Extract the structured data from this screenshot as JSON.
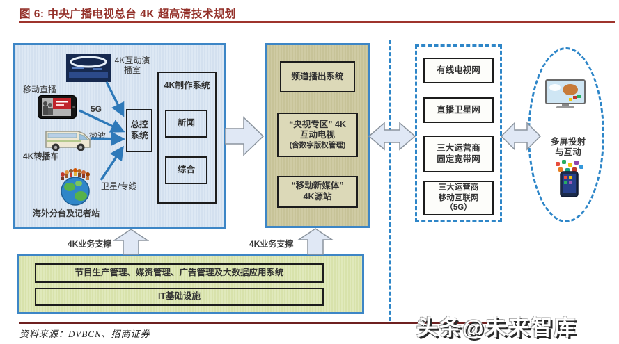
{
  "figure": {
    "title": "图 6: 中央广播电视总台 4K 超高清技术规划"
  },
  "colors": {
    "title_red": "#94312a",
    "panel_blue_border": "#3d86c6",
    "dashed_blue": "#2e86c8",
    "panel_blue_fill": "#d8e4f1",
    "panel_olive_fill": "#cbc79e",
    "panel_green_fill": "#dce5b3",
    "block_arrow_fill": "#e0e8f5",
    "line_arrow_blue": "#2e79b9"
  },
  "left_panel": {
    "studio_label": "4K互动演播室",
    "mobile_live_label": "移动直播",
    "g5_label": "5G",
    "microwave_label": "微波",
    "van_label": "4K转播车",
    "satellite_label": "卫星/专线",
    "overseas_label": "海外分台及记者站",
    "master_control_label": "总控系统",
    "production_system_label": "4K制作系统",
    "news_label": "新闻",
    "general_label": "综合"
  },
  "middle_panel": {
    "broadcast_label": "频道播出系统",
    "interactive_tv_line1": "“央视专区” 4K",
    "interactive_tv_line2": "互动电视",
    "interactive_tv_note": "(含数字版权管理)",
    "mobile_media_label": "“移动新媒体”\n4K源站"
  },
  "network_panel": {
    "items": [
      "有线电视网",
      "直播卫星网",
      "三大运营商\n固定宽带网",
      "三大运营商\n移动互联网\n（5G）"
    ]
  },
  "display_panel": {
    "label": "多屏投射\n与互动"
  },
  "support_panel": {
    "management_label": "节目生产管理、媒资管理、广告管理及大数据应用系统",
    "it_label": "IT基础设施",
    "support_label_left": "4K业务支撑",
    "support_label_right": "4K业务支撑"
  },
  "footer": {
    "source": "资料来源：DVBCN、招商证券",
    "watermark": "头条@未来智库"
  },
  "icons": {
    "studio": "studio-photo",
    "phone_live": "mobile-phone-photo",
    "van": "broadcast-van-photo",
    "globe": "globe-people-photo",
    "tv": "tv-screen-image",
    "smartphone": "smartphone-apps-image"
  }
}
